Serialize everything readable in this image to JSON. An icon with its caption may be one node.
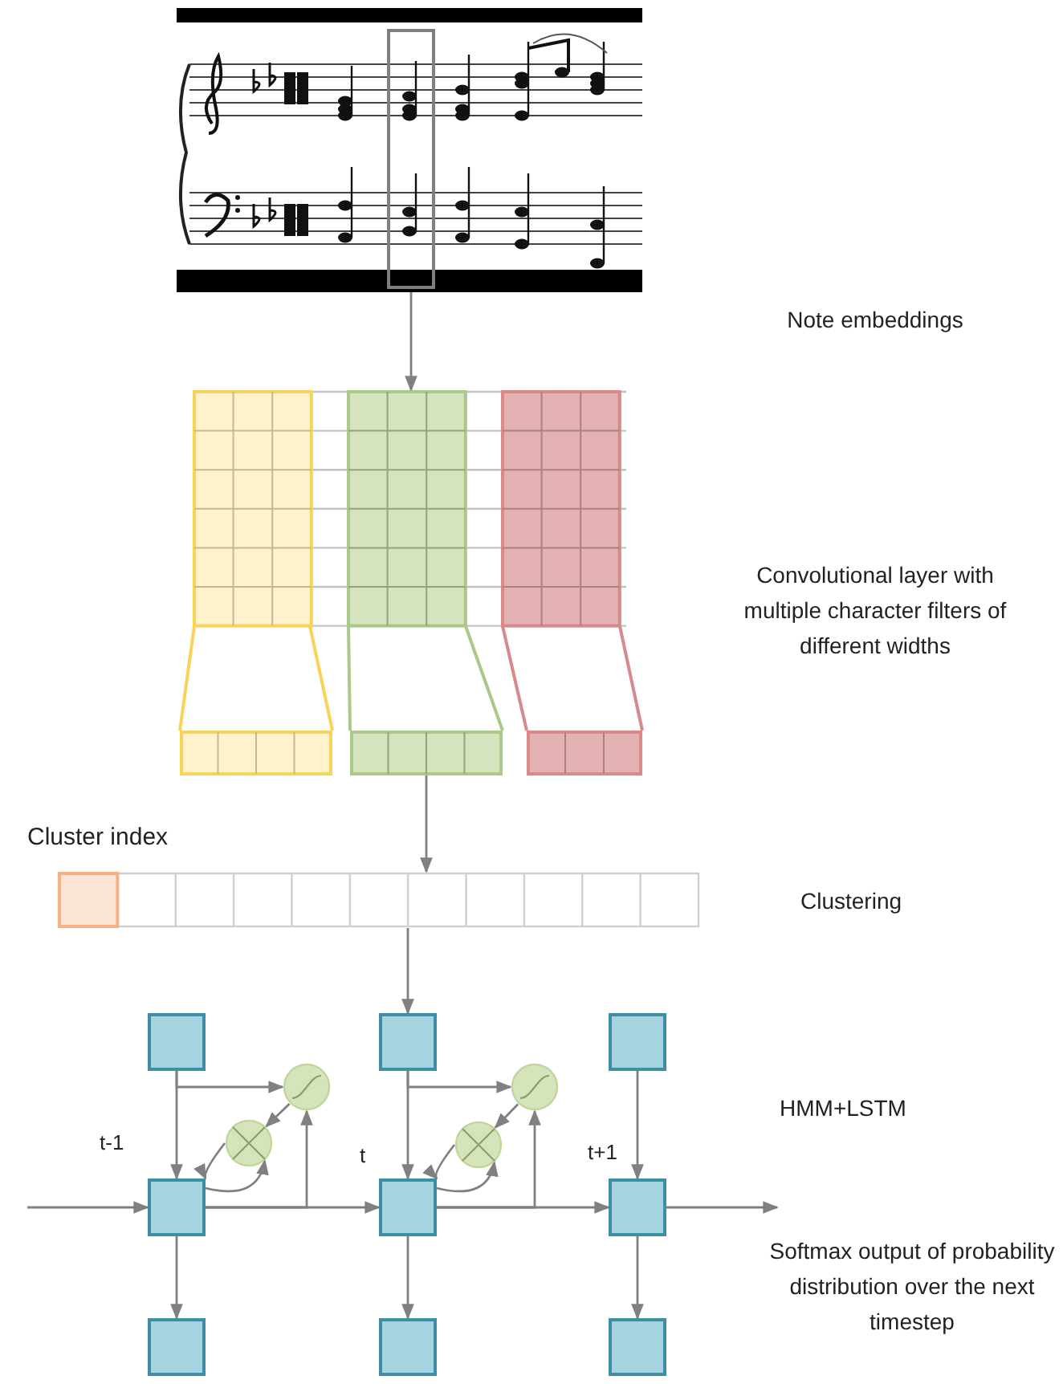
{
  "diagram": {
    "nodes": [
      {
        "text": [],
        "shape": "picture"
      },
      {
        "text": [],
        "shape": "box",
        "in": 0
      },
      {
        "text": [],
        "shape": "box"
      },
      {
        "text": [],
        "shape": "bar"
      },
      {
        "text": [],
        "shape": "bar"
      },
      {
        "text": [],
        "shape": "bar"
      },
      {
        "text": [],
        "shape": "bar",
        "beside": [
          "Cluster index"
        ]
      },
      {
        "text": [],
        "shape": "box"
      },
      {
        "text": [],
        "shape": "box"
      },
      {
        "text": [],
        "shape": "box"
      },
      {
        "text": [],
        "shape": "circle"
      },
      {
        "text": [],
        "shape": "circle"
      },
      {
        "text": [],
        "shape": "circle"
      },
      {
        "text": [],
        "shape": "circle"
      },
      {
        "text": [],
        "shape": "box",
        "beside": [
          "t-1"
        ]
      },
      {
        "text": [],
        "shape": "box",
        "beside": [
          "t"
        ]
      },
      {
        "text": [],
        "shape": "box",
        "beside": [
          "t+1"
        ]
      },
      {
        "text": [],
        "shape": "box"
      },
      {
        "text": [],
        "shape": "box"
      },
      {
        "text": [],
        "shape": "box"
      }
    ],
    "edges": [
      {
        "from": 1,
        "to": 2,
        "arrow": "to"
      },
      {
        "from": 4,
        "to": 6,
        "arrow": "to"
      },
      {
        "from": 6,
        "to": 8,
        "arrow": "to"
      },
      {
        "from": 7,
        "to": 14,
        "arrow": "to"
      },
      {
        "from": 8,
        "to": 15,
        "arrow": "to"
      },
      {
        "from": 9,
        "to": 16,
        "arrow": "to"
      },
      {
        "from": 7,
        "to": 10,
        "arrow": "to"
      },
      {
        "from": 8,
        "to": 11,
        "arrow": "to"
      },
      {
        "from": null,
        "to": 14,
        "arrow": "to"
      },
      {
        "from": 14,
        "to": 15,
        "arrow": "to"
      },
      {
        "from": 15,
        "to": 16,
        "arrow": "to"
      },
      {
        "from": 16,
        "to": null,
        "arrow": "to"
      },
      {
        "from": 14,
        "to": 10,
        "arrow": "to"
      },
      {
        "from": 15,
        "to": 11,
        "arrow": "to"
      },
      {
        "from": 10,
        "to": 12,
        "arrow": "to"
      },
      {
        "from": 11,
        "to": 13,
        "arrow": "to"
      },
      {
        "from": 12,
        "to": 14,
        "arrow": "to"
      },
      {
        "from": 13,
        "to": 15,
        "arrow": "to"
      },
      {
        "from": 14,
        "to": 12,
        "arrow": "to"
      },
      {
        "from": 15,
        "to": 13,
        "arrow": "to"
      },
      {
        "from": 14,
        "to": 17,
        "arrow": "to"
      },
      {
        "from": 15,
        "to": 18,
        "arrow": "to"
      },
      {
        "from": 16,
        "to": 19,
        "arrow": "to"
      }
    ],
    "labels": [
      "Note embeddings",
      "Convolutional layer with multiple character filters of different widths",
      "Clustering",
      "HMM+LSTM",
      "Softmax output of probability distribution over the next timestep"
    ]
  }
}
